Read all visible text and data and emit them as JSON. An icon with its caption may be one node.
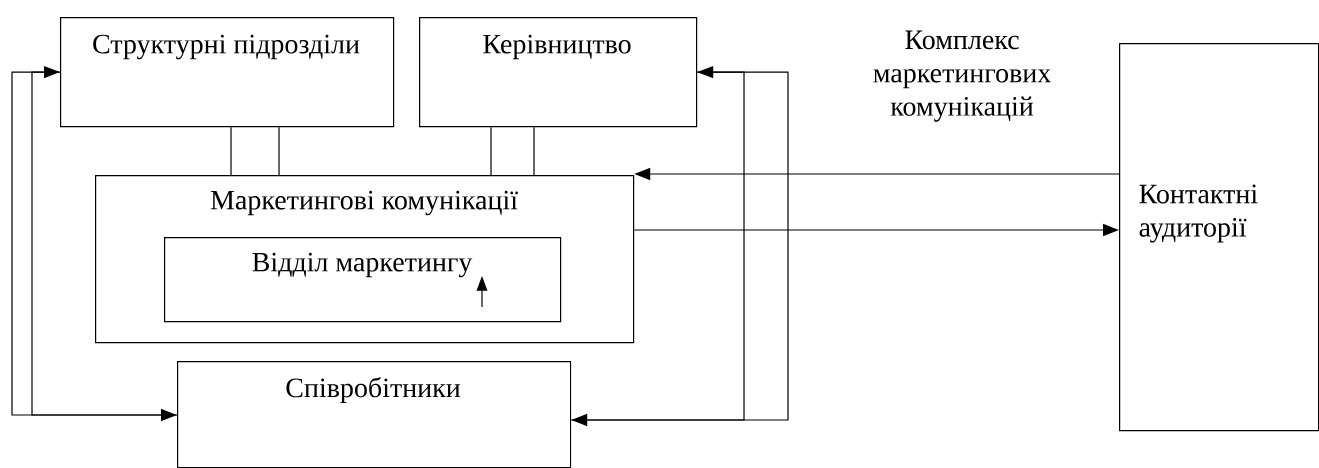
{
  "diagram": {
    "nodes": [
      {
        "text": [
          "Структурні підрозділи"
        ]
      },
      {
        "text": [
          "Керівництво"
        ]
      },
      {
        "text": [
          "Маркетингові комунікації"
        ]
      },
      {
        "text": [
          "Відділ маркетингу"
        ],
        "in": 2
      },
      {
        "text": [
          "Співробітники"
        ]
      },
      {
        "text": [
          "Контактні аудиторії"
        ]
      }
    ],
    "edges": [
      {
        "from": 0,
        "to": 4,
        "arrow": "to"
      },
      {
        "from": 4,
        "to": 0,
        "arrow": "to"
      },
      {
        "from": 4,
        "to": 1,
        "arrow": "to"
      },
      {
        "from": 1,
        "to": 4,
        "arrow": "to"
      },
      {
        "from": 0,
        "to": 2,
        "arrow": "none"
      },
      {
        "from": 0,
        "to": 2,
        "arrow": "none"
      },
      {
        "from": 1,
        "to": 2,
        "arrow": "none"
      },
      {
        "from": 1,
        "to": 2,
        "arrow": "none"
      },
      {
        "from": 5,
        "to": 2,
        "arrow": "to"
      },
      {
        "from": 2,
        "to": 5,
        "arrow": "to"
      }
    ],
    "labels": [
      "Комплекс маркетингових комунікацій"
    ]
  }
}
